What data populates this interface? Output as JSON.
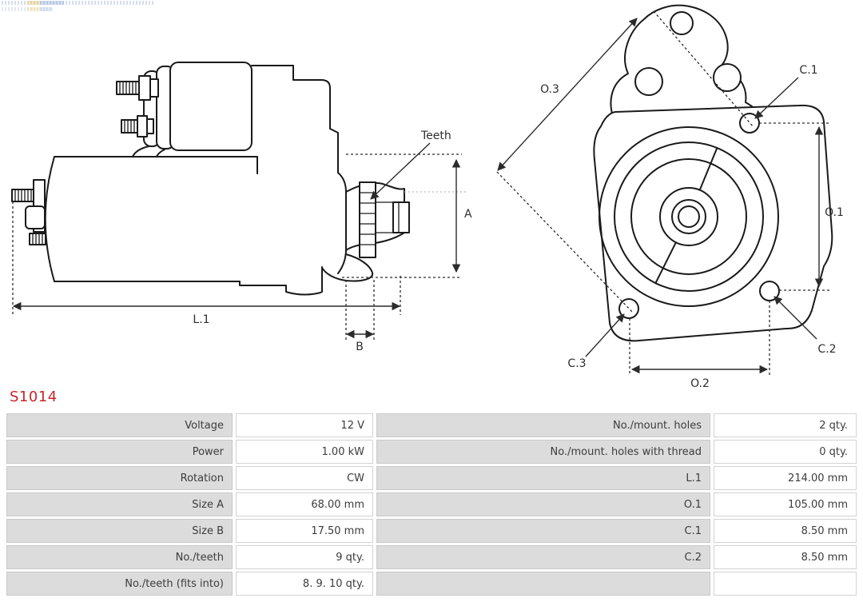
{
  "part_number": "S1014",
  "colors": {
    "part_number_red": "#c9252b",
    "table_label_bg": "#dcdcdc",
    "line_art": "#1a1a1a"
  },
  "drawings": {
    "side_view": {
      "labels": {
        "teeth": "Teeth",
        "a": "A",
        "b": "B",
        "l1": "L.1"
      }
    },
    "front_view": {
      "labels": {
        "o1": "O.1",
        "o2": "O.2",
        "o3": "O.3",
        "c1": "C.1",
        "c2": "C.2",
        "c3": "C.3"
      }
    }
  },
  "spec_table": {
    "rows": [
      {
        "label_left": "Voltage",
        "value_left": "12 V",
        "label_right": "No./mount. holes",
        "value_right": "2 qty."
      },
      {
        "label_left": "Power",
        "value_left": "1.00 kW",
        "label_right": "No./mount. holes with thread",
        "value_right": "0 qty."
      },
      {
        "label_left": "Rotation",
        "value_left": "CW",
        "label_right": "L.1",
        "value_right": "214.00 mm"
      },
      {
        "label_left": "Size A",
        "value_left": "68.00 mm",
        "label_right": "O.1",
        "value_right": "105.00 mm"
      },
      {
        "label_left": "Size B",
        "value_left": "17.50 mm",
        "label_right": "C.1",
        "value_right": "8.50 mm"
      },
      {
        "label_left": "No./teeth",
        "value_left": "9 qty.",
        "label_right": "C.2",
        "value_right": "8.50 mm"
      },
      {
        "label_left": "No./teeth (fits into)",
        "value_left": "8. 9. 10 qty.",
        "label_right": "",
        "value_right": ""
      }
    ]
  }
}
